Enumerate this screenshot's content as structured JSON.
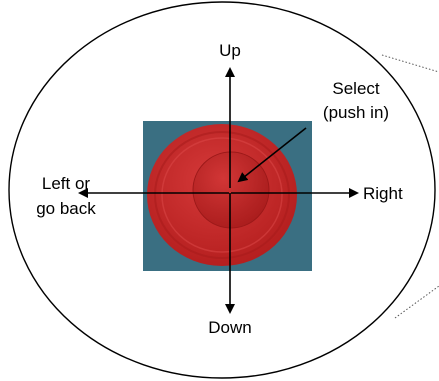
{
  "diagram": {
    "labels": {
      "up": "Up",
      "down": "Down",
      "right": "Right",
      "left_line1": "Left or",
      "left_line2": "go back",
      "select_line1": "Select",
      "select_line2": "(push in)"
    },
    "colors": {
      "background_panel": "#3a6f82",
      "button_outer": "#cf2f2f",
      "button_rim": "#b82222",
      "button_center": "#c62828",
      "ink": "#000000"
    },
    "icons": {
      "up": "arrow-up-icon",
      "down": "arrow-down-icon",
      "left": "arrow-left-icon",
      "right": "arrow-right-icon",
      "select": "arrow-diagonal-icon"
    }
  }
}
